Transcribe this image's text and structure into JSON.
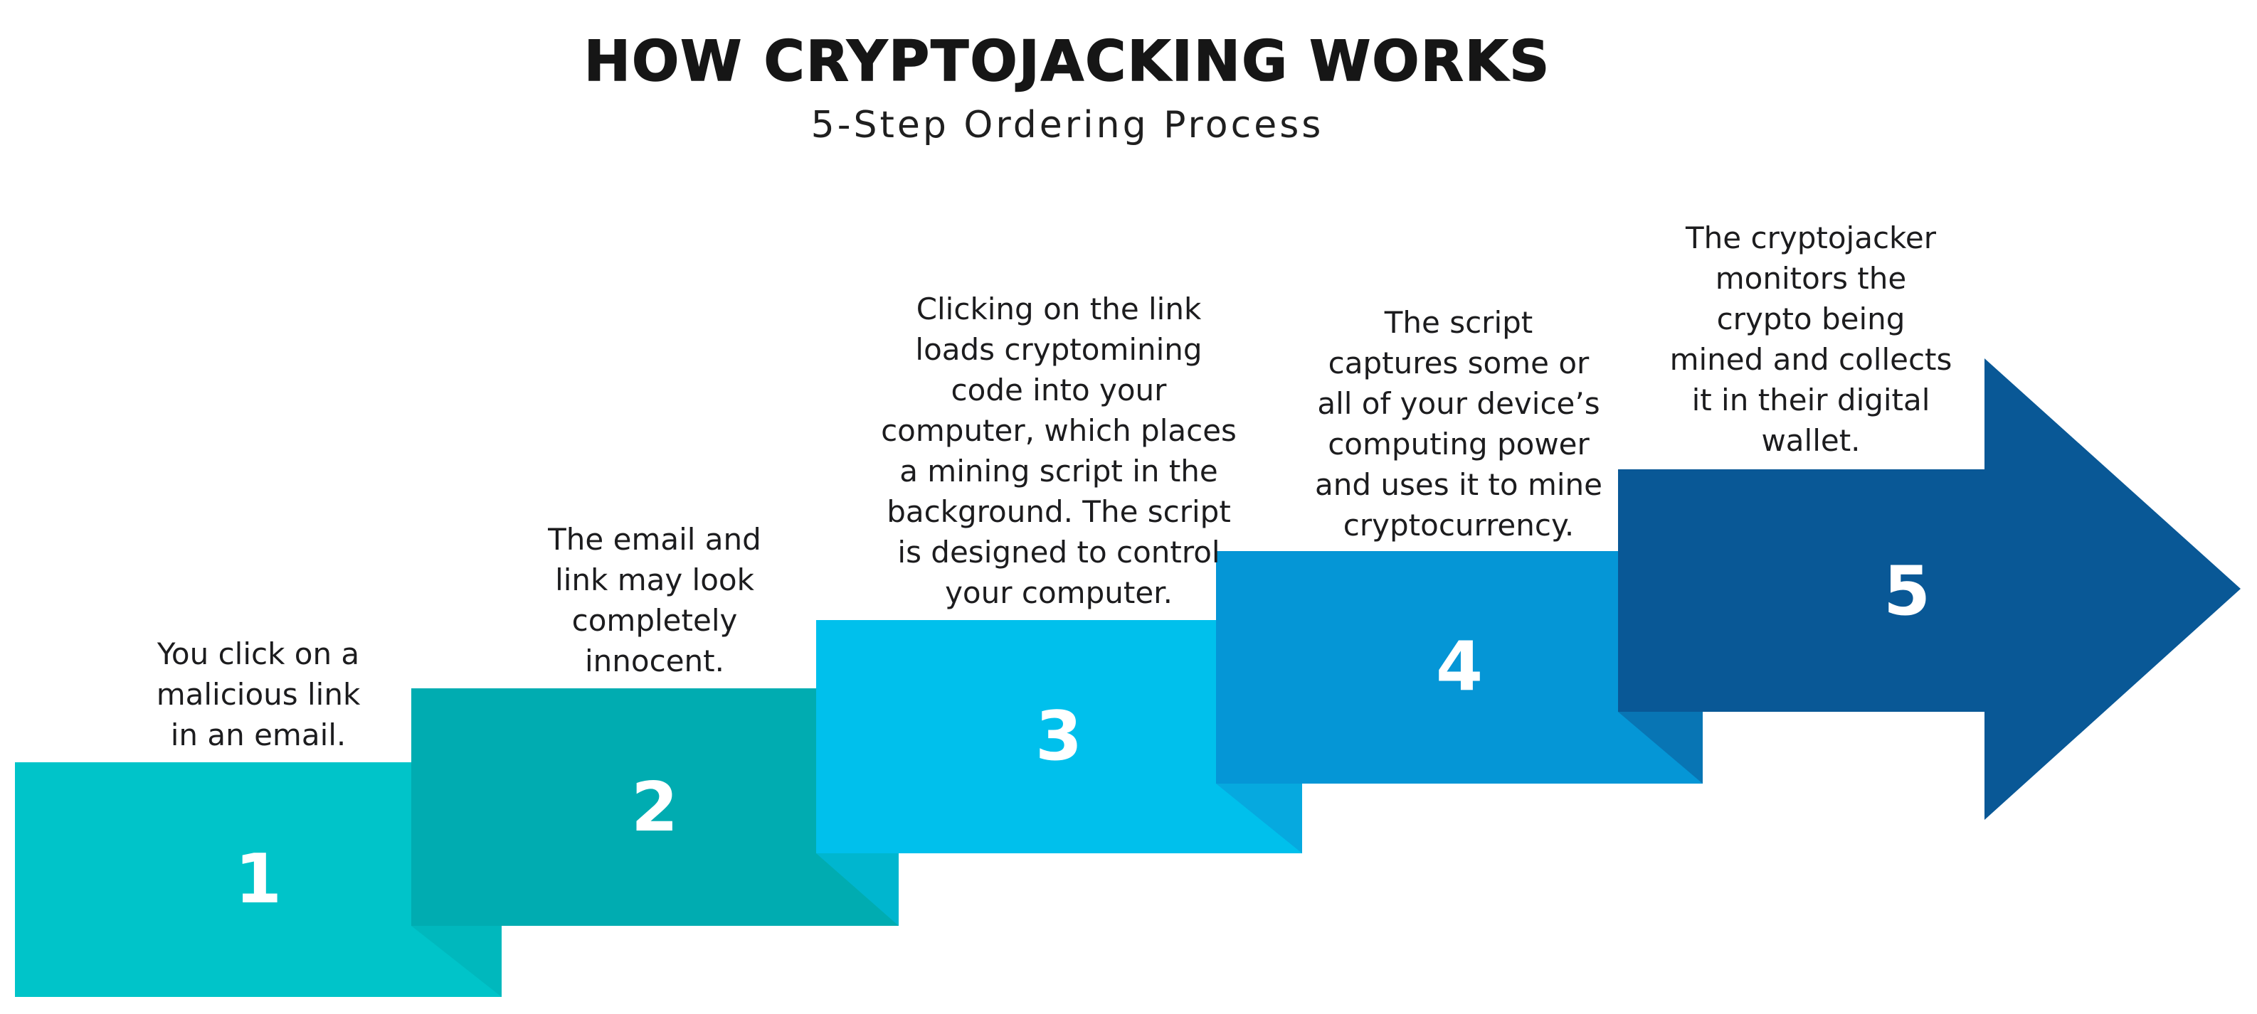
{
  "header": {
    "title": "HOW CRYPTOJACKING WORKS",
    "subtitle": "5-Step Ordering Process"
  },
  "colors": {
    "background": "#FFFFFF",
    "heading_text": "#161616",
    "body_text": "#1C1C1E",
    "step_number_text": "#FFFFFF",
    "step1_block": "#00C4C9",
    "step2_block": "#00ACB1",
    "step3_block": "#00C0EC",
    "step4_block": "#0596D6",
    "step5_block": "#095896",
    "fold_1_2": "#00B8BD",
    "fold_2_3": "#00B6CF",
    "fold_3_4": "#06A9DF",
    "fold_4_5": "#0875B4"
  },
  "steps": [
    {
      "number": "1",
      "text": "You click on a\nmalicious link\nin an email."
    },
    {
      "number": "2",
      "text": "The email and\nlink may look\ncompletely\ninnocent."
    },
    {
      "number": "3",
      "text": "Clicking on the link\nloads cryptomining\ncode into your\ncomputer, which places\na mining script in the\nbackground. The script\nis designed to control\nyour computer."
    },
    {
      "number": "4",
      "text": "The script\ncaptures some or\nall of your device’s\ncomputing power\nand uses it to mine\ncryptocurrency."
    },
    {
      "number": "5",
      "text": "The cryptojacker\nmonitors the\ncrypto being\nmined and collects\nit in their digital\nwallet."
    }
  ]
}
